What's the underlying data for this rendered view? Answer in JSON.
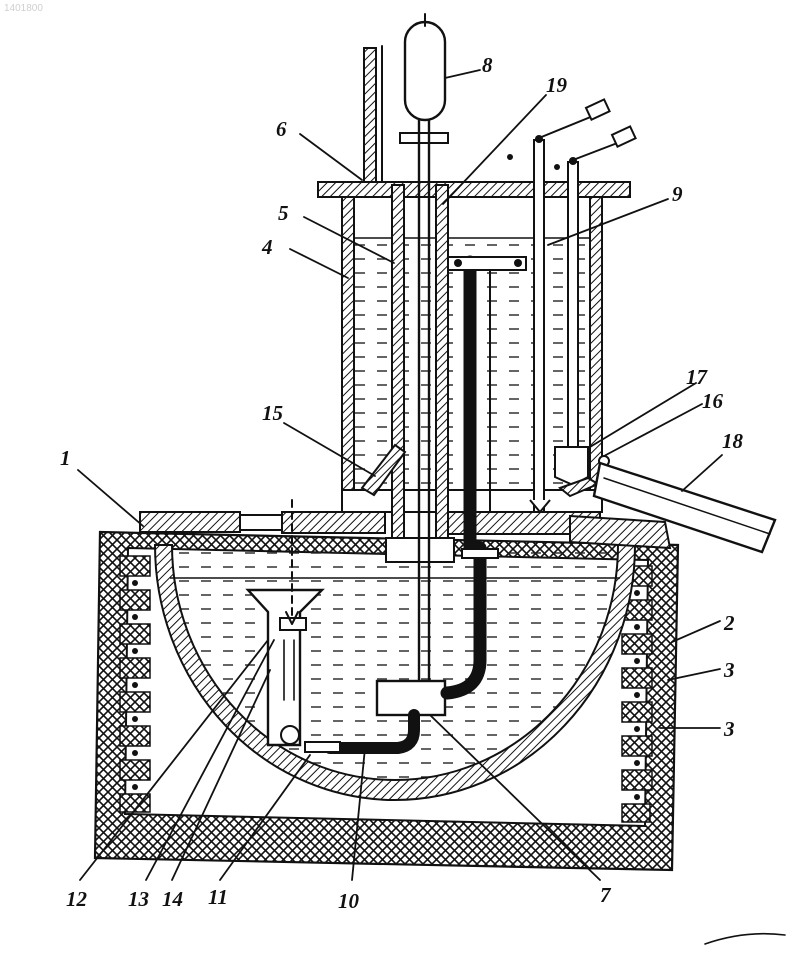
{
  "corner_tag": "1401800",
  "labels": {
    "l1": "1",
    "l2": "2",
    "l3a": "3",
    "l3b": "3",
    "l4": "4",
    "l5": "5",
    "l6": "6",
    "l7": "7",
    "l8": "8",
    "l9": "9",
    "l10": "10",
    "l11": "11",
    "l12": "12",
    "l13": "13",
    "l14": "14",
    "l15": "15",
    "l16": "16",
    "l17": "17",
    "l18": "18",
    "l19": "19"
  }
}
